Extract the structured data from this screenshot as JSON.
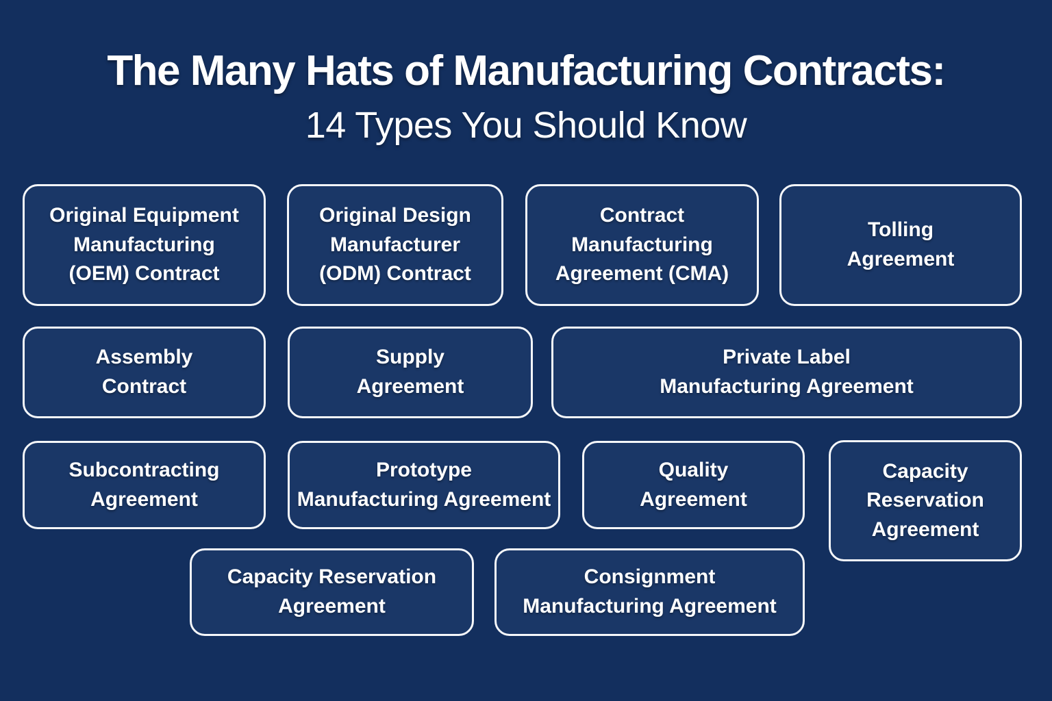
{
  "title": {
    "line1": "The Many Hats of Manufacturing Contracts:",
    "line2": "14 Types You Should Know"
  },
  "colors": {
    "background": "#132f5e",
    "box_fill": "#1a3767",
    "box_border": "#f5f7fa",
    "text": "#ffffff"
  },
  "boxes": [
    {
      "id": "oem-contract",
      "lines": [
        "Original Equipment",
        "Manufacturing",
        "(OEM) Contract"
      ]
    },
    {
      "id": "odm-contract",
      "lines": [
        "Original Design",
        "Manufacturer",
        "(ODM) Contract"
      ]
    },
    {
      "id": "contract-manufacturing-agreement",
      "lines": [
        "Contract",
        "Manufacturing",
        "Agreement (CMA)"
      ]
    },
    {
      "id": "tolling-agreement",
      "lines": [
        "Tolling",
        "Agreement"
      ]
    },
    {
      "id": "assembly-contract",
      "lines": [
        "Assembly",
        "Contract"
      ]
    },
    {
      "id": "supply-agreement",
      "lines": [
        "Supply",
        "Agreement"
      ]
    },
    {
      "id": "private-label-manufacturing-agreement",
      "lines": [
        "Private Label",
        "Manufacturing Agreement"
      ]
    },
    {
      "id": "subcontracting-agreement",
      "lines": [
        "Subcontracting",
        "Agreement"
      ]
    },
    {
      "id": "prototype-manufacturing-agreement",
      "lines": [
        "Prototype",
        "Manufacturing Agreement"
      ]
    },
    {
      "id": "quality-agreement",
      "lines": [
        "Quality",
        "Agreement"
      ]
    },
    {
      "id": "capacity-reservation-agreement-tall",
      "lines": [
        "Capacity",
        "Reservation",
        "Agreement"
      ]
    },
    {
      "id": "capacity-reservation-agreement-wide",
      "lines": [
        "Capacity Reservation",
        "Agreement"
      ]
    },
    {
      "id": "consignment-manufacturing-agreement",
      "lines": [
        "Consignment",
        "Manufacturing Agreement"
      ]
    }
  ]
}
